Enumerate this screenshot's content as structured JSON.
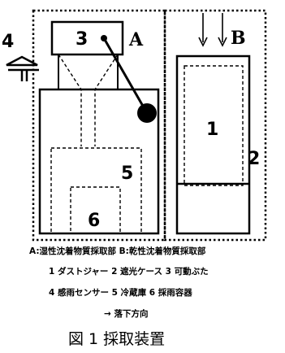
{
  "labels": {
    "num1": "1",
    "num2": "2",
    "num3": "3",
    "num4": "4",
    "num5": "5",
    "num6": "6",
    "A": "A",
    "B": "B"
  },
  "legend": {
    "line1": "A:湿性沈着物質採取部 B:乾性沈着物質採取部",
    "line2": "1 ダストジャー 2 遮光ケース 3 可動ぶた",
    "line3": "4 感雨センサー 5 冷蔵庫 6 採雨容器",
    "line4": "→ 落下方向"
  },
  "caption": "図 1 採取装置"
}
